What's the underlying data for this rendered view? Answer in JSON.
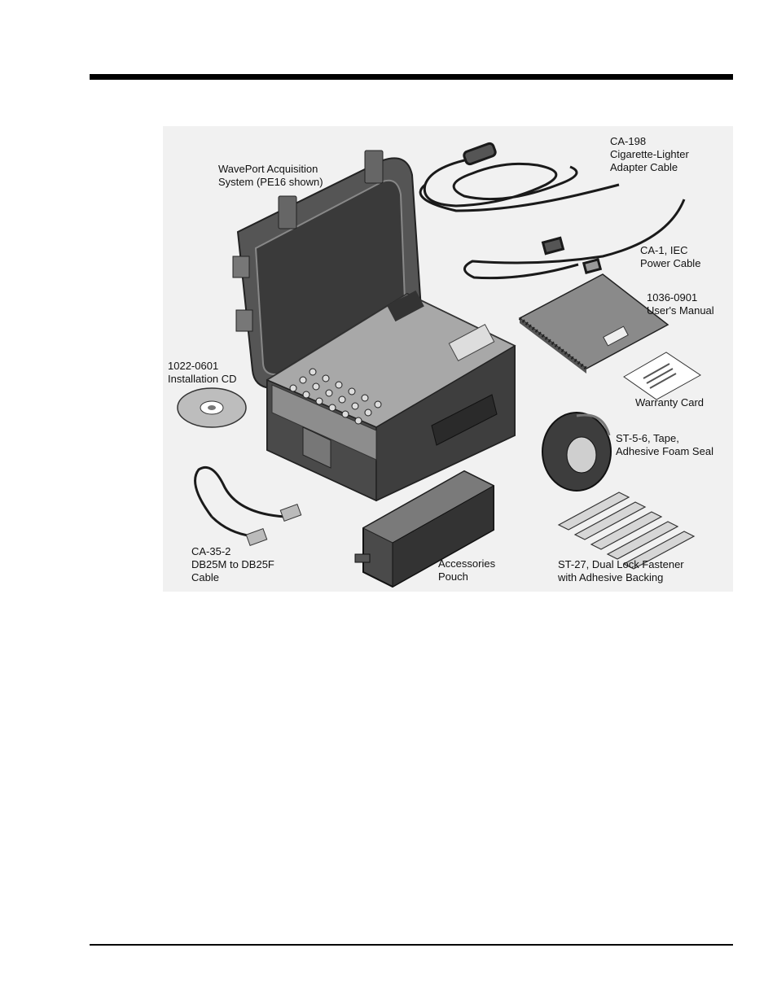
{
  "labels": {
    "waveport": [
      "WavePort Acquisition",
      "System (PE16 shown)"
    ],
    "ca198": [
      "CA-198",
      "Cigarette-Lighter",
      "Adapter Cable"
    ],
    "ca1": [
      "CA-1, IEC",
      "Power Cable"
    ],
    "manual": [
      "1036-0901",
      "User's Manual"
    ],
    "cd": [
      "1022-0601",
      "Installation CD"
    ],
    "warranty": [
      "Warranty Card"
    ],
    "tape": [
      "ST-5-6, Tape,",
      "Adhesive Foam Seal"
    ],
    "ca352": [
      "CA-35-2",
      "DB25M to DB25F",
      "Cable"
    ],
    "pouch": [
      "Accessories",
      "Pouch"
    ],
    "st27": [
      "ST-27, Dual Lock Fastener",
      "with Adhesive Backing"
    ]
  },
  "colors": {
    "case_dark": "#3a3a3a",
    "case_mid": "#6e6e6e",
    "panel_light": "#a9a9a9",
    "figure_bg": "#f1f1f1"
  }
}
